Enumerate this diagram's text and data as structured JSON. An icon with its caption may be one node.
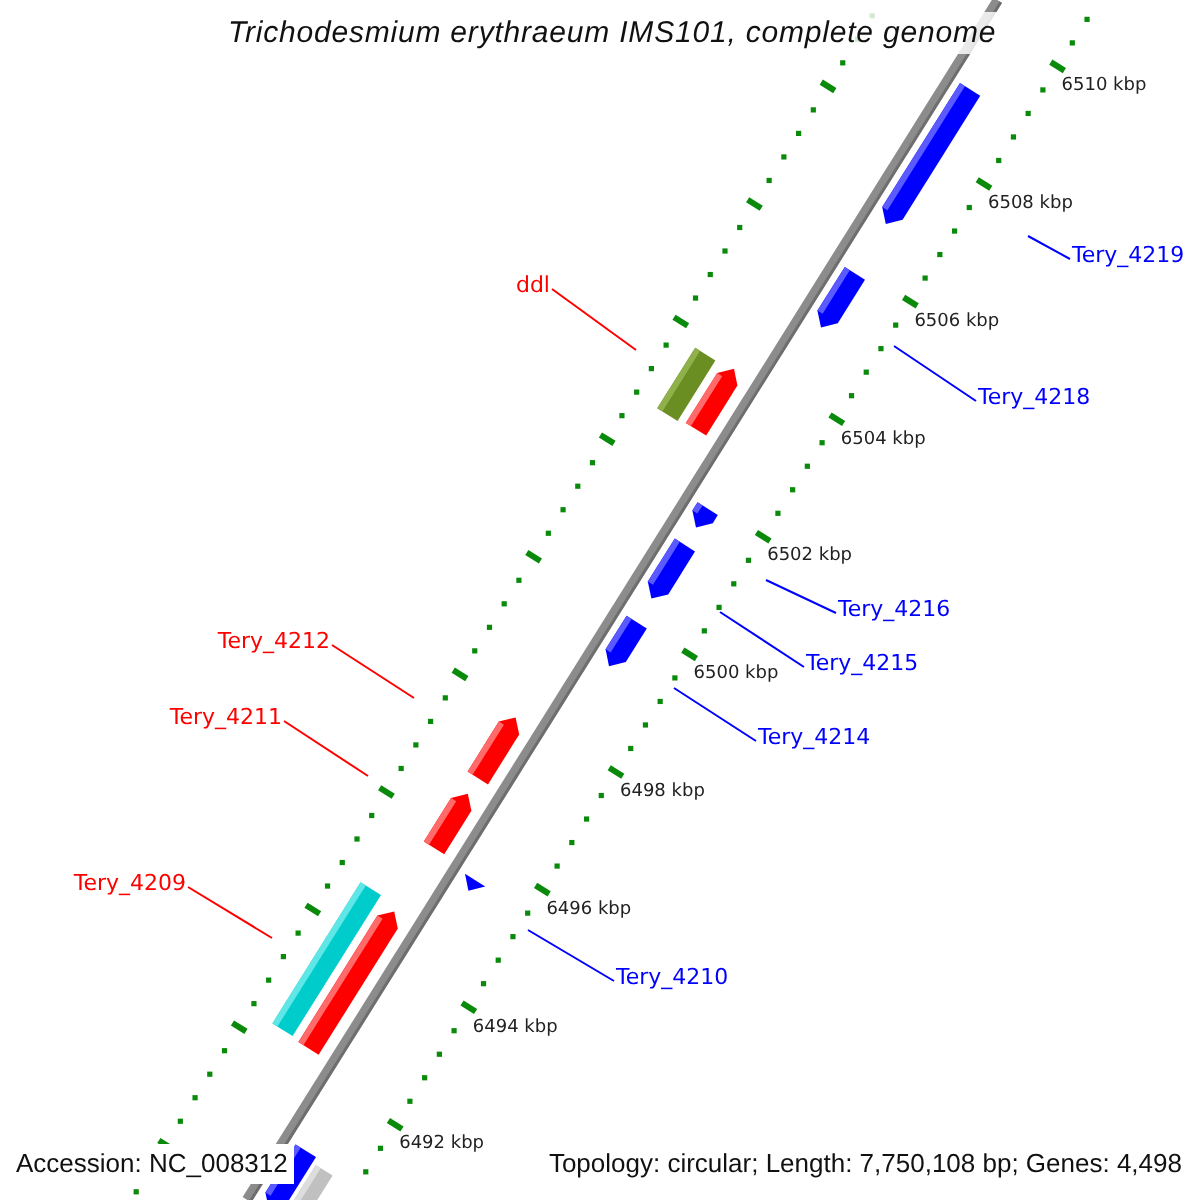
{
  "diagram": {
    "title": "Trichodesmium erythraeum IMS101, complete genome",
    "nodes": [
      {
        "text": [
          "Tery_4219"
        ]
      },
      {
        "text": [
          "ddl"
        ]
      },
      {
        "text": [
          "Tery_4218"
        ]
      },
      {
        "text": [
          "Tery_4216"
        ]
      },
      {
        "text": [
          "Tery_4212"
        ]
      },
      {
        "text": [
          "Tery_4215"
        ]
      },
      {
        "text": [
          "Tery_4211"
        ]
      },
      {
        "text": [
          "Tery_4214"
        ]
      },
      {
        "text": [
          "Tery_4209"
        ]
      },
      {
        "text": [
          "Tery_4210"
        ]
      }
    ],
    "edges": [
      {
        "from": 0,
        "to": null,
        "arrow": "none"
      },
      {
        "from": 1,
        "to": null,
        "arrow": "none",
        "color": "#ff0000"
      },
      {
        "from": 2,
        "to": null,
        "arrow": "none"
      },
      {
        "from": 3,
        "to": null,
        "arrow": "none"
      },
      {
        "from": 4,
        "to": null,
        "arrow": "none",
        "color": "#ff0000"
      },
      {
        "from": 5,
        "to": null,
        "arrow": "none"
      },
      {
        "from": 6,
        "to": null,
        "arrow": "none",
        "color": "#ff0000"
      },
      {
        "from": 7,
        "to": null,
        "arrow": "none"
      },
      {
        "from": 8,
        "to": null,
        "arrow": "none",
        "color": "#ff0000"
      },
      {
        "from": 9,
        "to": null,
        "arrow": "none"
      }
    ],
    "labels": [
      "6510 kbp",
      "6508 kbp",
      "6506 kbp",
      "6504 kbp",
      "6502 kbp",
      "6500 kbp",
      "6498 kbp",
      "6496 kbp",
      "6494 kbp",
      "6492 kbp",
      "Accession: NC_008312",
      "Topology: circular; Length: 7,750,108 bp; Genes: 4,498"
    ]
  }
}
